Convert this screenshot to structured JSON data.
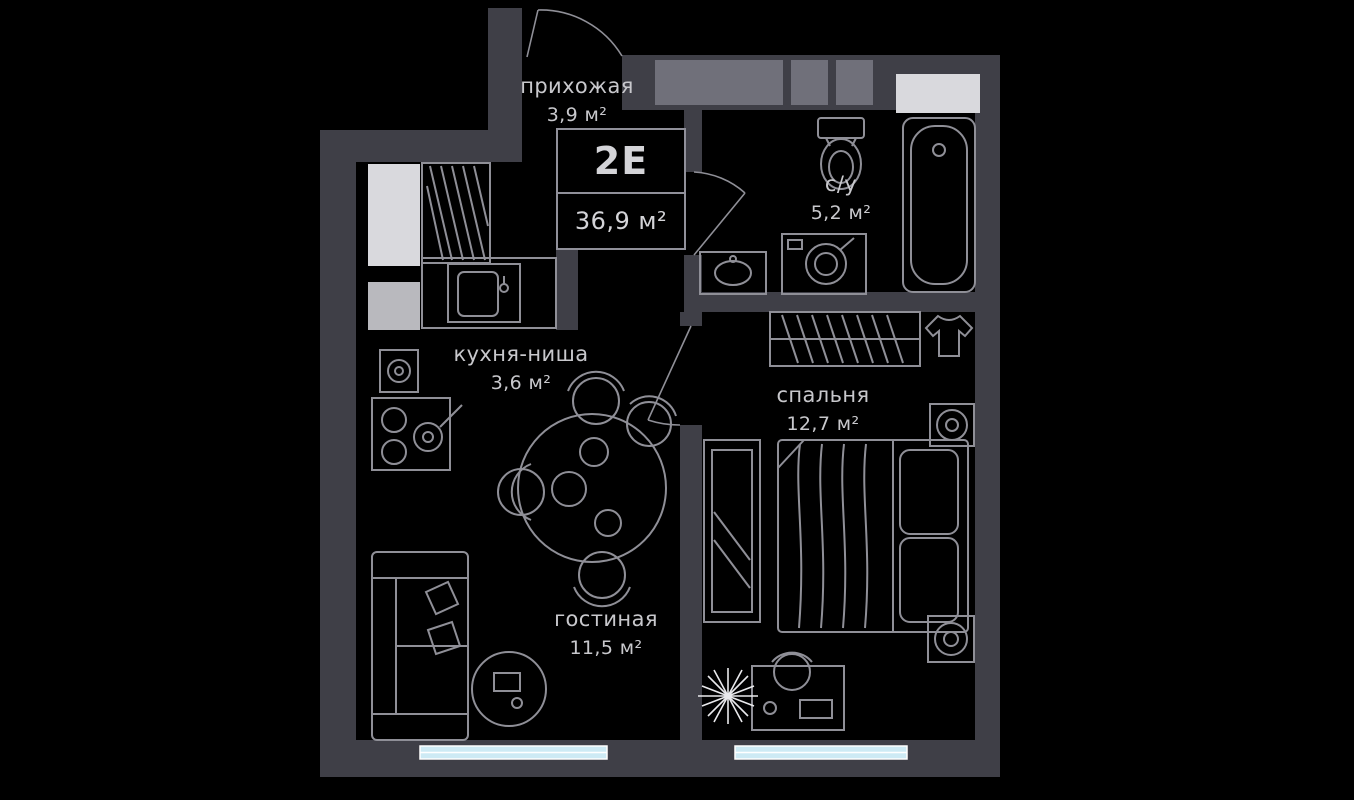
{
  "plan": {
    "unit_label": "2Е",
    "total_area": "36,9 м²",
    "rooms": [
      {
        "id": "hallway",
        "name": "прихожая",
        "area": "3,9 м²"
      },
      {
        "id": "bathroom",
        "name": "с/у",
        "area": "5,2 м²"
      },
      {
        "id": "kitchen",
        "name": "кухня-ниша",
        "area": "3,6 м²"
      },
      {
        "id": "bedroom",
        "name": "спальня",
        "area": "12,7 м²"
      },
      {
        "id": "living_room",
        "name": "гостиная",
        "area": "11,5 м²"
      }
    ],
    "furniture": [
      "hallway-wardrobe",
      "kitchen-counter-sink",
      "stove",
      "oven",
      "dining-table",
      "dining-chairs",
      "sofa",
      "coffee-table",
      "bed",
      "bedside-stools",
      "tv-cabinet",
      "desk",
      "desk-chair",
      "plant",
      "bathtub",
      "toilet",
      "washing-machine",
      "bathroom-sink",
      "clothes-rail",
      "shirt-hanger"
    ],
    "colors": {
      "background": "#000000",
      "walls": "#3f3f47",
      "furniture_lines": "#8f8f97",
      "labels": "#c8c8cc",
      "window": "#cdeaf4",
      "shaft": "#70707a",
      "light_block": "#d9d9dd"
    }
  }
}
